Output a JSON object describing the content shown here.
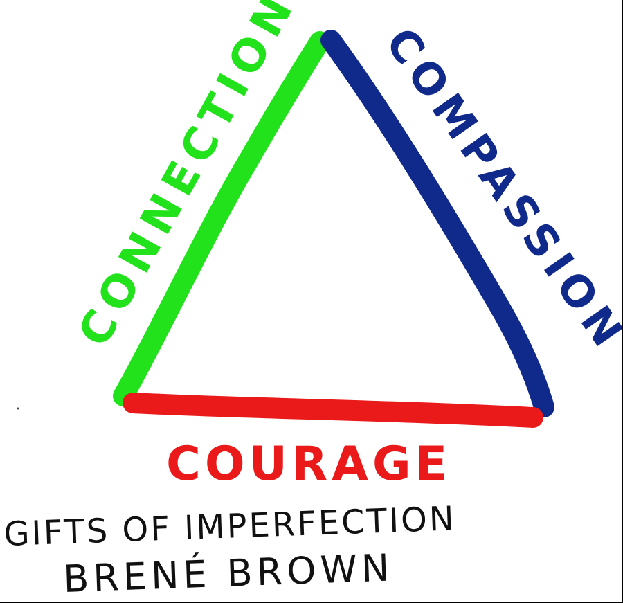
{
  "diagram": {
    "labels": {
      "connection": "CONNECTION",
      "compassion": "COMPASSION",
      "courage": "COURAGE"
    },
    "caption": {
      "line1": "GIFTS OF IMPERFECTION",
      "line2": "BRENÉ BROWN"
    },
    "colors": {
      "connection": "#22e31b",
      "compassion": "#102a8c",
      "courage": "#ea1a1a",
      "caption": "#111111",
      "background": "#ffffff"
    }
  }
}
